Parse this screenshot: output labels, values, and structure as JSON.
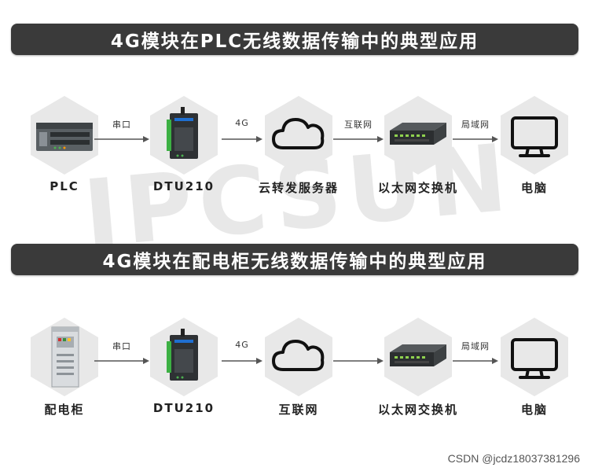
{
  "sections": [
    {
      "title": "4G模块在PLC无线数据传输中的典型应用",
      "nodes": [
        {
          "label": "PLC",
          "icon": "plc-icon"
        },
        {
          "label": "DTU210",
          "icon": "dtu-icon"
        },
        {
          "label": "云转发服务器",
          "icon": "cloud-icon"
        },
        {
          "label": "以太网交换机",
          "icon": "switch-icon"
        },
        {
          "label": "电脑",
          "icon": "monitor-icon"
        }
      ],
      "links": [
        "串口",
        "4G",
        "互联网",
        "局域网"
      ]
    },
    {
      "title": "4G模块在配电柜无线数据传输中的典型应用",
      "nodes": [
        {
          "label": "配电柜",
          "icon": "cabinet-icon"
        },
        {
          "label": "DTU210",
          "icon": "dtu-icon"
        },
        {
          "label": "互联网",
          "icon": "cloud-icon"
        },
        {
          "label": "以太网交换机",
          "icon": "switch-icon"
        },
        {
          "label": "电脑",
          "icon": "monitor-icon"
        }
      ],
      "links": [
        "串口",
        "4G",
        "",
        "局域网"
      ]
    }
  ],
  "watermark": "IPCSUN",
  "footer": "CSDN @jcdz18037381296"
}
